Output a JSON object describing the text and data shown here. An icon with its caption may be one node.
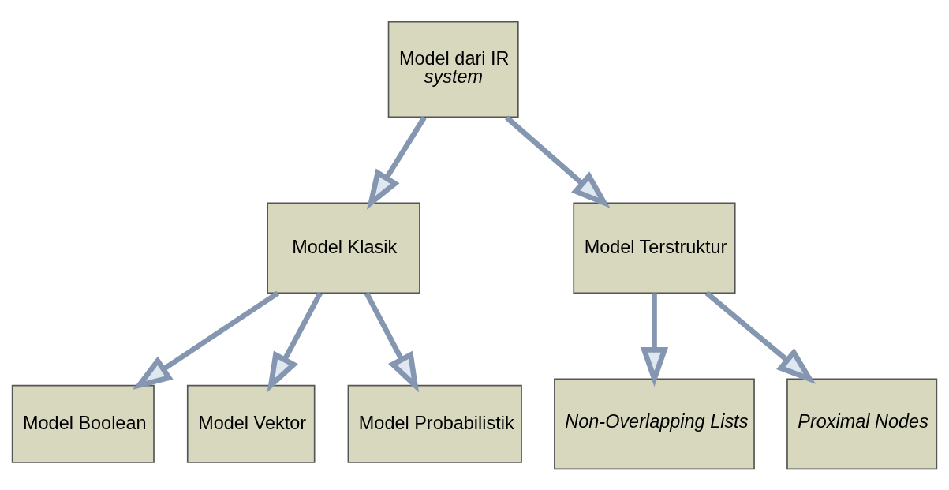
{
  "diagram": {
    "nodes": [
      {
        "text": [
          "Model dari IR *system*"
        ]
      },
      {
        "text": [
          "Model Klasik"
        ]
      },
      {
        "text": [
          "Model Terstruktur"
        ]
      },
      {
        "text": [
          "Model Boolean"
        ]
      },
      {
        "text": [
          "Model Vektor"
        ]
      },
      {
        "text": [
          "Model Probabilistik"
        ]
      },
      {
        "text": [
          "Non-Overlapping Lists"
        ]
      },
      {
        "text": [
          "Proximal Nodes"
        ]
      }
    ],
    "edges": [
      {
        "from": 0,
        "to": 1,
        "arrow": "to"
      },
      {
        "from": 0,
        "to": 2,
        "arrow": "to"
      },
      {
        "from": 1,
        "to": 3,
        "arrow": "to"
      },
      {
        "from": 1,
        "to": 4,
        "arrow": "to"
      },
      {
        "from": 1,
        "to": 5,
        "arrow": "to"
      },
      {
        "from": 2,
        "to": 6,
        "arrow": "to"
      },
      {
        "from": 2,
        "to": 7,
        "arrow": "to"
      }
    ]
  }
}
